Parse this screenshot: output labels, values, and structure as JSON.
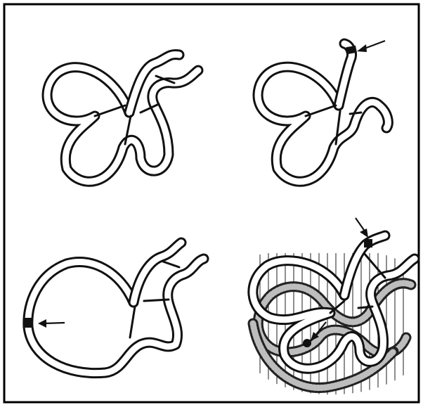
{
  "figure": {
    "panels": [
      {
        "id": "top-left",
        "arrows": 0
      },
      {
        "id": "top-right",
        "arrows": 1
      },
      {
        "id": "bottom-left",
        "arrows": 1
      },
      {
        "id": "bottom-right",
        "arrows": 2
      }
    ],
    "colors": {
      "ink": "#111111",
      "paper": "#ffffff",
      "frame": "#000000",
      "texture": "#bdbdbd"
    }
  }
}
